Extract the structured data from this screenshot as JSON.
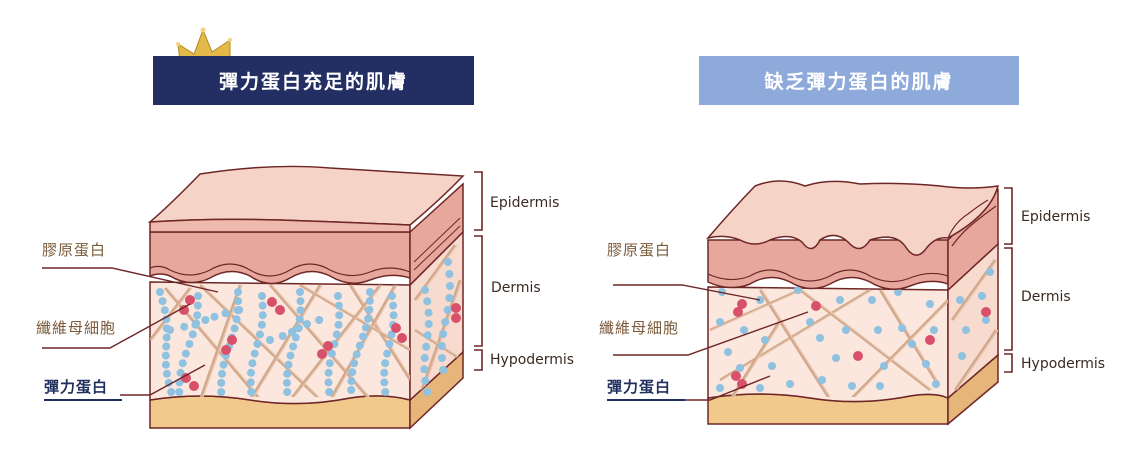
{
  "left_panel": {
    "title": "彈力蛋白充足的肌膚",
    "title_bg": "#232f63",
    "icon": "crown-icon",
    "labels": {
      "collagen": "膠原蛋白",
      "fibroblast": "纖維母細胞",
      "elastin": "彈力蛋白"
    },
    "layers": {
      "epidermis": "Epidermis",
      "dermis": "Dermis",
      "hypodermis": "Hypodermis"
    }
  },
  "right_panel": {
    "title": "缺乏彈力蛋白的肌膚",
    "title_bg": "#8eaadb",
    "labels": {
      "collagen": "膠原蛋白",
      "fibroblast": "纖維母細胞",
      "elastin": "彈力蛋白"
    },
    "layers": {
      "epidermis": "Epidermis",
      "dermis": "Dermis",
      "hypodermis": "Hypodermis"
    }
  },
  "colors": {
    "skin_top": "#f6d3c7",
    "skin_outline": "#6e2626",
    "epidermis": "#e8a79d",
    "dermis": "#fbe7dd",
    "fat": "#f1c98c",
    "fiber": "#d2a98c",
    "elastin_dot": "#8fc1e0",
    "cell_dot": "#d9506a",
    "label_dark": "#1f2f5e"
  }
}
